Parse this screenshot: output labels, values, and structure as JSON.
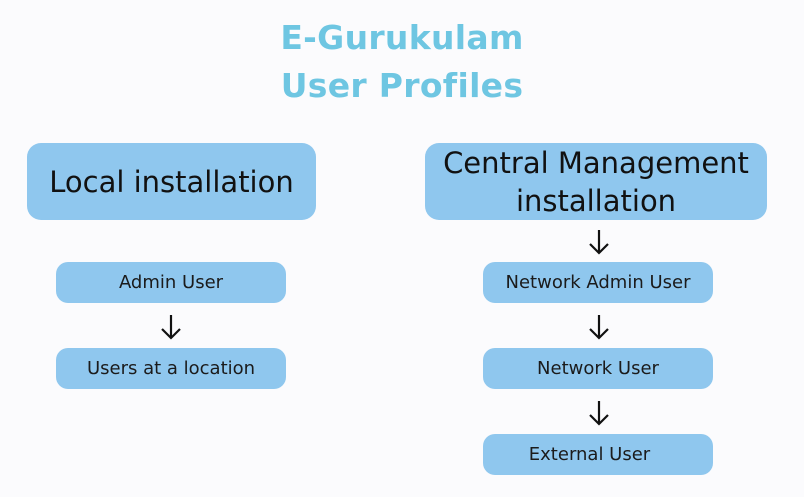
{
  "title": {
    "line1": "E-Gurukulam",
    "line2": "User Profiles"
  },
  "left": {
    "heading": "Local installation",
    "steps": [
      "Admin User",
      "Users at a location"
    ]
  },
  "right": {
    "heading_line1": "Central Management",
    "heading_line2": "installation",
    "steps": [
      "Network Admin User",
      "Network User",
      "External User"
    ]
  },
  "colors": {
    "title": "#6ec6e2",
    "box": "#8fc7ee",
    "background": "#fbfbfd"
  },
  "icons": {
    "arrow": "arrow-down-icon"
  }
}
